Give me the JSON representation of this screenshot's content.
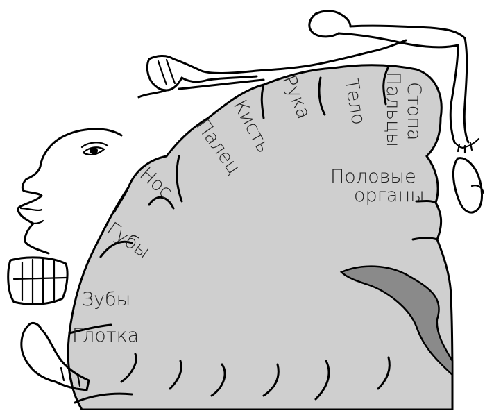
{
  "labels": {
    "foot": "Стопа",
    "toes": "Пальцы",
    "body": "Тело",
    "arm": "Рука",
    "hand": "Кисть",
    "finger": "Палец",
    "nose": "Нос",
    "genitals_1": "Половые",
    "genitals_2": "органы",
    "lips": "Губы",
    "teeth": "Зубы",
    "pharynx": "Глотка"
  },
  "colors": {
    "cortex_fill": "#cfcfcf",
    "ventricle_fill": "#8a8a8a",
    "outline": "#000000",
    "text": "#222222",
    "background": "#ffffff"
  }
}
